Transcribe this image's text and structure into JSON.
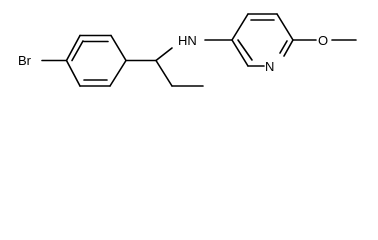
{
  "molecule": {
    "atoms": {
      "bromine": "Br",
      "amine": "HN",
      "pyridine_nitrogen": "N",
      "methoxy_oxygen": "O"
    }
  }
}
